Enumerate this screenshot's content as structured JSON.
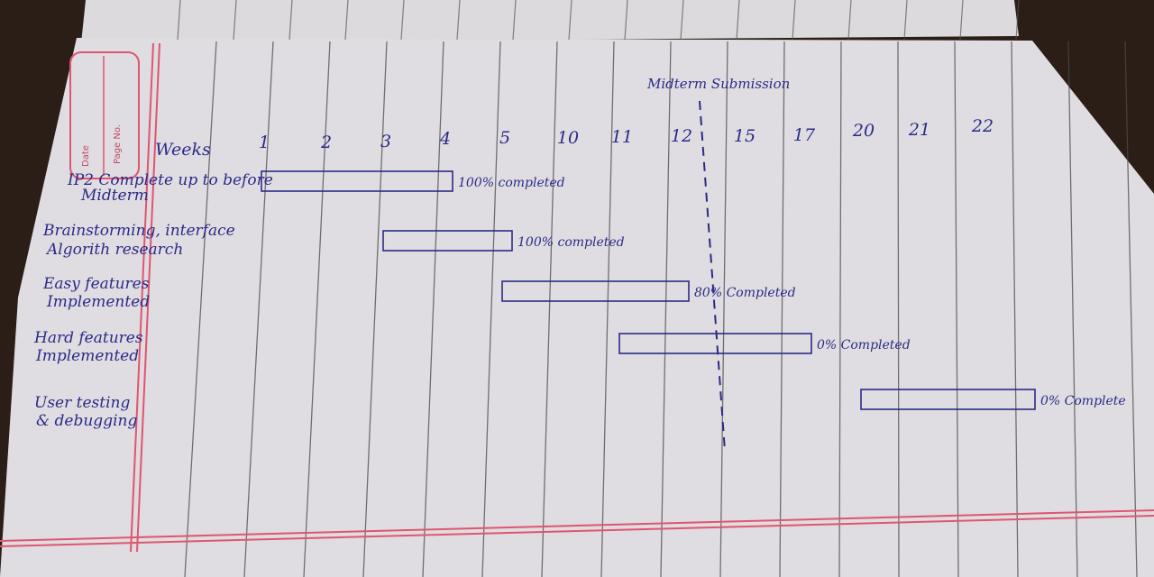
{
  "photo": {
    "subject": "handwritten gantt chart on ruled notebook paper",
    "paper_color": "#e9e7ea",
    "rule_color": "#4a4a4a",
    "margin_color": "#e0556f",
    "ink_color": "#2c2a86",
    "background_color": "#2a1e16"
  },
  "margin_box": {
    "date_label": "Date",
    "page_label": "Page No."
  },
  "header": {
    "axis_label": "Weeks"
  },
  "milestone": {
    "label": "Midterm Submission",
    "after_week": "12"
  },
  "weeks": [
    "1",
    "2",
    "3",
    "4",
    "5",
    "10",
    "11",
    "12",
    "15",
    "17",
    "20",
    "21",
    "22"
  ],
  "tasks": [
    {
      "line1": "IP2 Complete up to before",
      "line2": "Midterm",
      "start": "1",
      "end": "4",
      "progress": 100,
      "status": "100% completed"
    },
    {
      "line1": "Brainstorming, interface",
      "line2": "Algorith research",
      "start": "3",
      "end": "5",
      "progress": 100,
      "status": "100% completed"
    },
    {
      "line1": "Easy features",
      "line2": "Implemented",
      "start": "5",
      "end": "12",
      "progress": 80,
      "status": "80% Completed"
    },
    {
      "line1": "Hard features",
      "line2": "Implemented",
      "start": "11",
      "end": "17",
      "progress": 0,
      "status": "0% Completed"
    },
    {
      "line1": "User testing",
      "line2": "& debugging",
      "start": "20",
      "end": "22",
      "progress": 0,
      "status": "0% Complete"
    }
  ]
}
